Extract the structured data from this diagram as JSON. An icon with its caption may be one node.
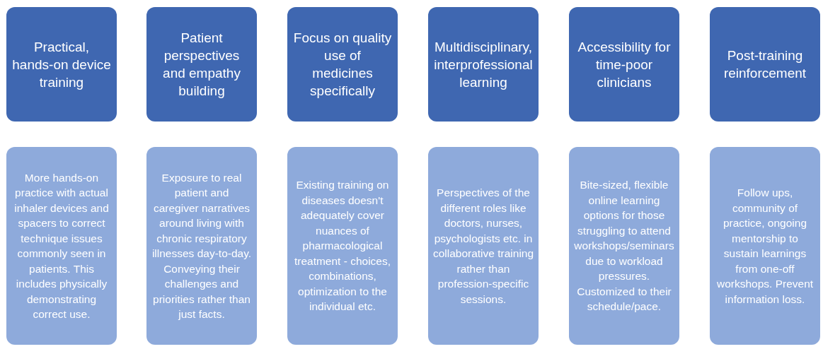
{
  "diagram": {
    "nodes": [
      {
        "text": [
          "Practical, hands-on device training"
        ]
      },
      {
        "text": [
          "Patient perspectives and empathy building"
        ]
      },
      {
        "text": [
          "Focus on quality use of medicines specifically"
        ]
      },
      {
        "text": [
          "Multidisciplinary, interprofessional learning"
        ]
      },
      {
        "text": [
          "Accessibility for time-poor clinicians"
        ]
      },
      {
        "text": [
          "Post-training reinforcement"
        ]
      },
      {
        "text": [
          "More hands-on practice with actual inhaler devices and spacers to correct technique issues commonly seen in patients. This includes physically demonstrating correct use."
        ]
      },
      {
        "text": [
          "Exposure to real patient and caregiver narratives around living with chronic respiratory illnesses day-to-day. Conveying their challenges and priorities rather than just facts."
        ]
      },
      {
        "text": [
          "Existing training on diseases doesn't adequately cover nuances of pharmacological treatment - choices, combinations, optimization to the individual etc."
        ]
      },
      {
        "text": [
          "Perspectives of the different roles like doctors, nurses, psychologists etc. in collaborative training rather than profession-specific sessions."
        ]
      },
      {
        "text": [
          "Bite-sized, flexible online learning options for those struggling to attend workshops/seminars due to workload pressures. Customized to their schedule/pace."
        ]
      },
      {
        "text": [
          "Follow ups, community of practice, ongoing mentorship to sustain learnings from one-off workshops. Prevent information loss."
        ]
      }
    ]
  }
}
